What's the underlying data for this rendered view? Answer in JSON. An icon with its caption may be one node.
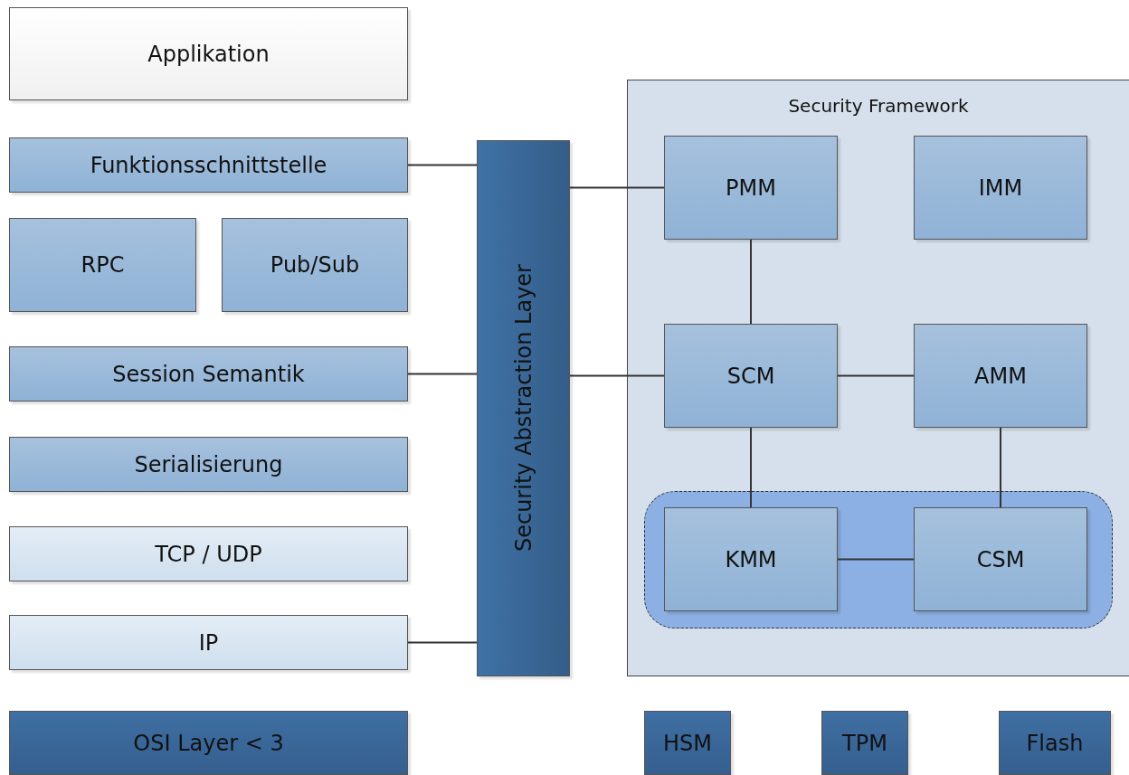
{
  "diagram": {
    "nodes": [
      {
        "text": [
          "Applikation"
        ]
      },
      {
        "text": [
          "Funktionsschnittstelle"
        ]
      },
      {
        "text": [
          "RPC"
        ]
      },
      {
        "text": [
          "Pub/Sub"
        ]
      },
      {
        "text": [
          "Session Semantik"
        ]
      },
      {
        "text": [
          "Serialisierung"
        ]
      },
      {
        "text": [
          "TCP / UDP"
        ]
      },
      {
        "text": [
          "IP"
        ]
      },
      {
        "text": [
          "OSI Layer < 3"
        ]
      },
      {
        "text": [
          "Security Abstraction Layer"
        ]
      },
      {
        "text": [
          "Security Framework"
        ]
      },
      {
        "text": [
          "PMM"
        ],
        "in": 10
      },
      {
        "text": [
          "IMM"
        ],
        "in": 10
      },
      {
        "text": [
          "SCM"
        ],
        "in": 10
      },
      {
        "text": [
          "AMM"
        ],
        "in": 10
      },
      {
        "text": [],
        "shape": "box",
        "in": 10
      },
      {
        "text": [
          "KMM"
        ],
        "in": 15
      },
      {
        "text": [
          "CSM"
        ],
        "in": 15
      },
      {
        "text": [
          "HSM"
        ]
      },
      {
        "text": [
          "TPM"
        ]
      },
      {
        "text": [
          "Flash"
        ]
      }
    ],
    "edges": [
      {
        "from": 1,
        "to": 9,
        "arrow": "none"
      },
      {
        "from": 4,
        "to": 9,
        "arrow": "none"
      },
      {
        "from": 7,
        "to": 9,
        "arrow": "none"
      },
      {
        "from": 9,
        "to": 11,
        "arrow": "none"
      },
      {
        "from": 9,
        "to": 13,
        "arrow": "none"
      },
      {
        "from": 11,
        "to": 13,
        "arrow": "none"
      },
      {
        "from": 13,
        "to": 14,
        "arrow": "none"
      },
      {
        "from": 13,
        "to": 16,
        "arrow": "none"
      },
      {
        "from": 14,
        "to": 17,
        "arrow": "none"
      },
      {
        "from": 16,
        "to": 17,
        "arrow": "none"
      }
    ]
  }
}
